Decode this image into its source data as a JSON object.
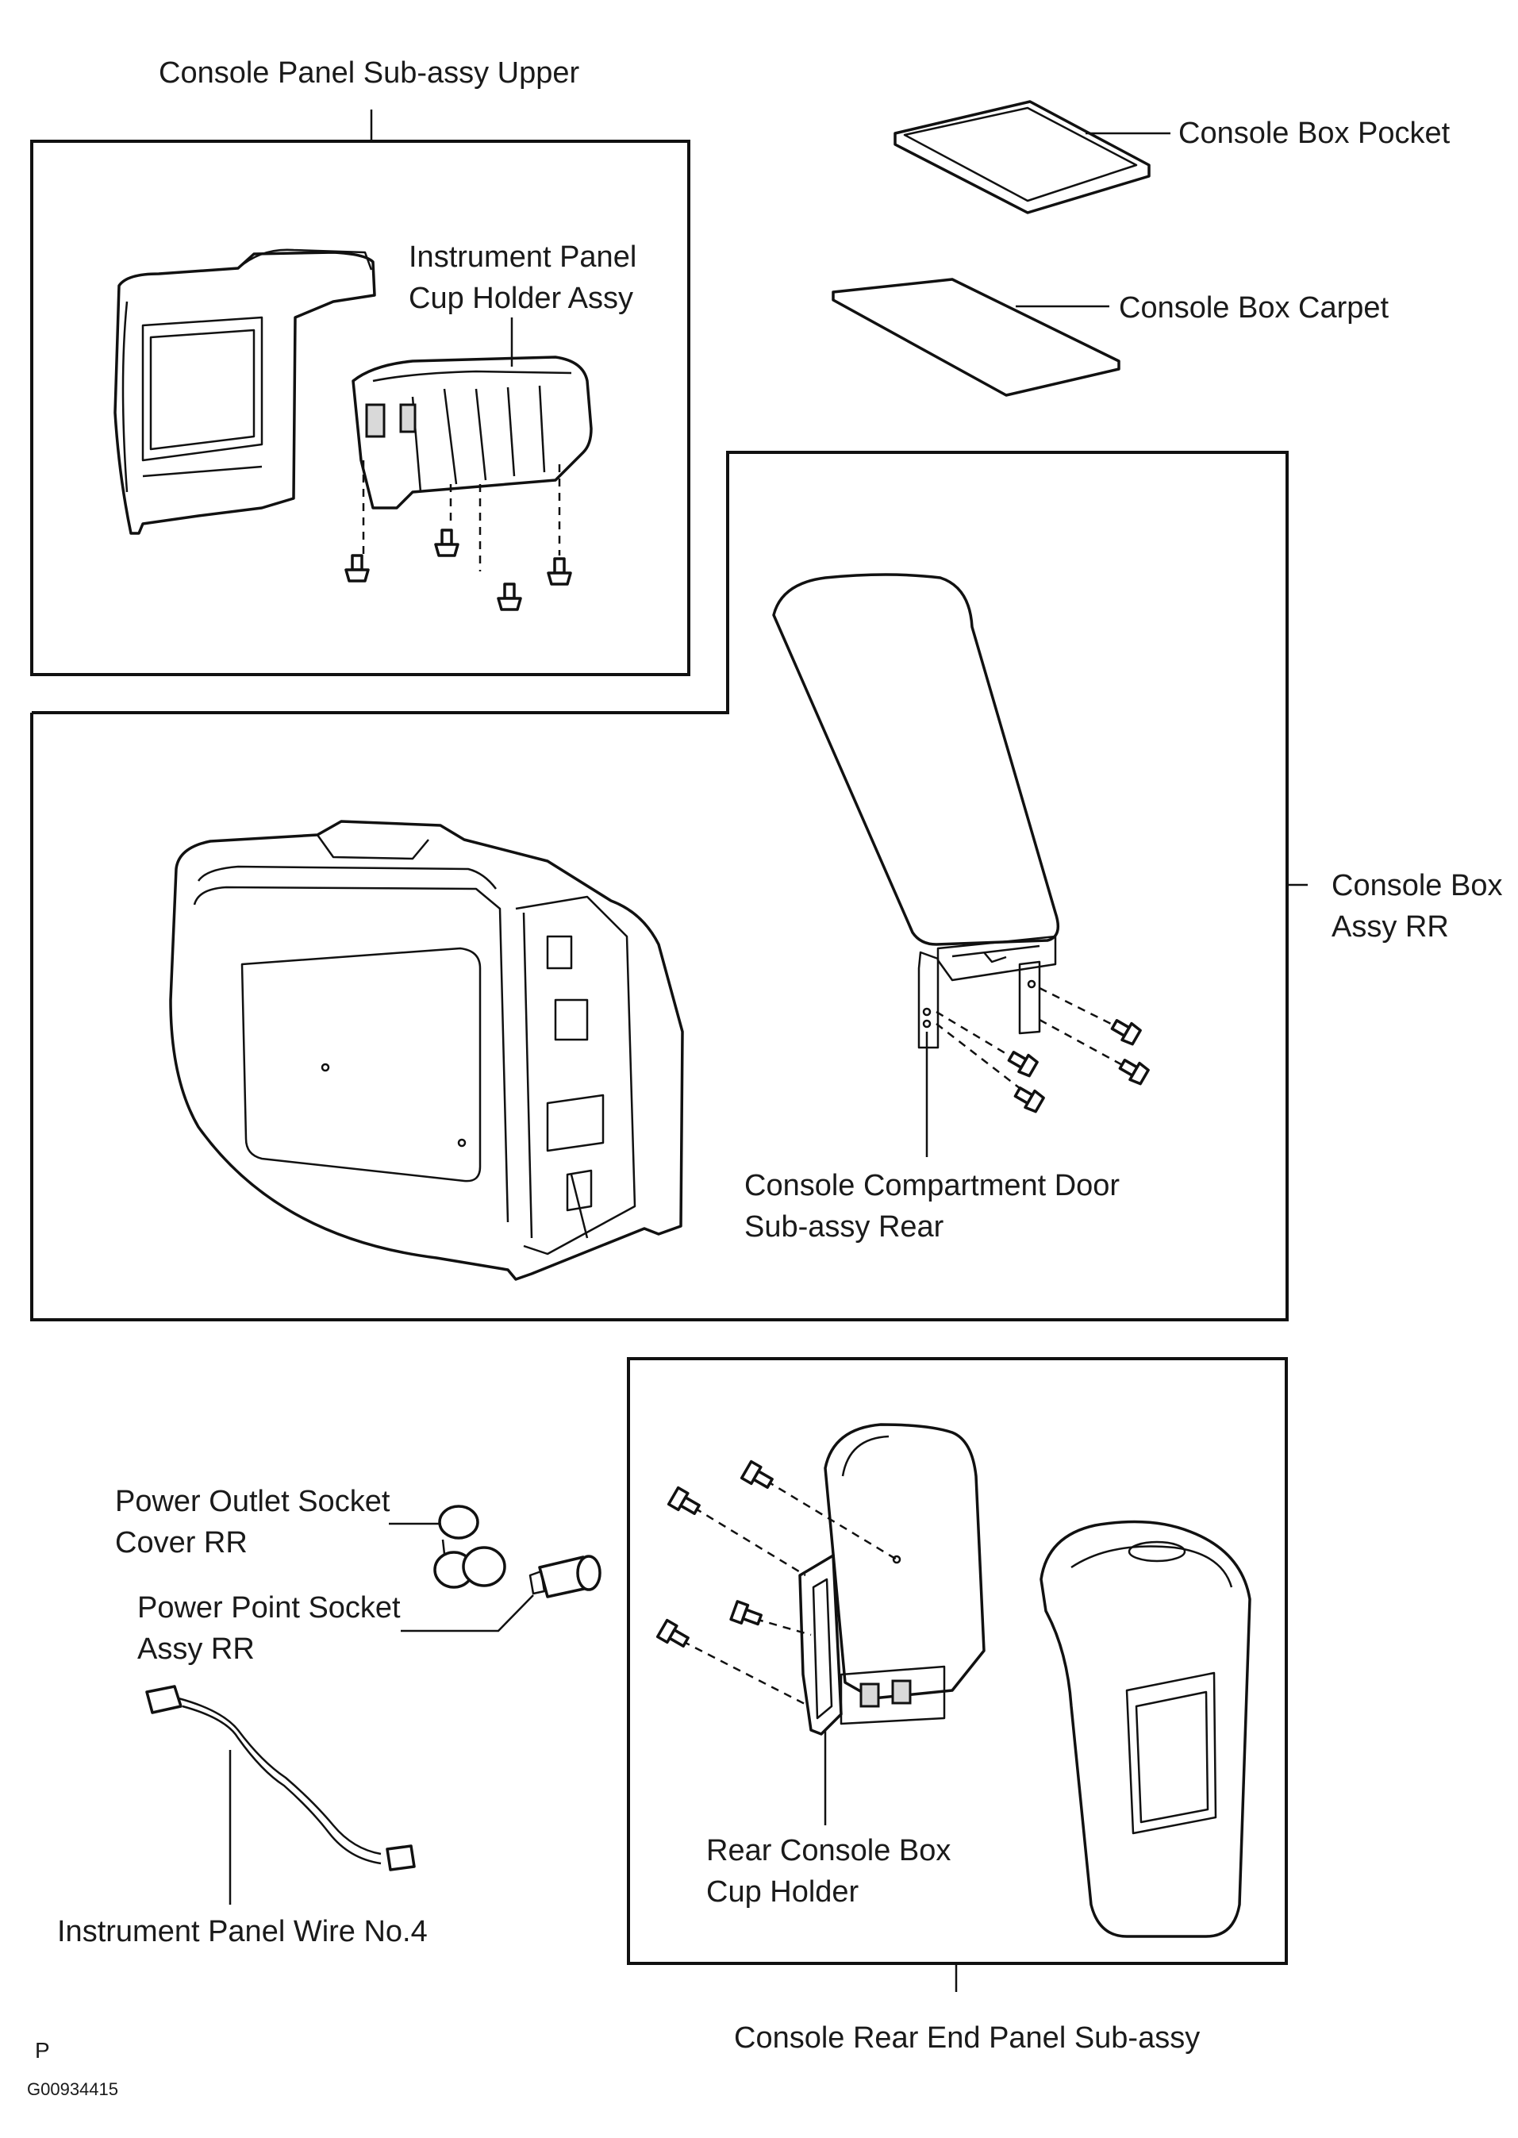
{
  "labels": {
    "console_panel_upper": "Console Panel Sub-assy Upper",
    "cup_holder_assy_line1": "Instrument Panel",
    "cup_holder_assy_line2": "Cup Holder Assy",
    "console_box_pocket": "Console Box Pocket",
    "console_box_carpet": "Console Box Carpet",
    "console_box_assy_line1": "Console Box",
    "console_box_assy_line2": "Assy RR",
    "compartment_door_line1": "Console Compartment Door",
    "compartment_door_line2": "Sub-assy Rear",
    "power_outlet_cover_line1": "Power Outlet Socket",
    "power_outlet_cover_line2": "Cover RR",
    "power_point_socket_line1": "Power Point Socket",
    "power_point_socket_line2": "Assy RR",
    "instrument_panel_wire": "Instrument Panel Wire No.4",
    "rear_cup_holder_line1": "Rear Console Box",
    "rear_cup_holder_line2": "Cup Holder",
    "console_rear_end_panel": "Console Rear End Panel Sub-assy"
  },
  "footer": {
    "p_mark": "P",
    "figure_code": "G00934415"
  }
}
